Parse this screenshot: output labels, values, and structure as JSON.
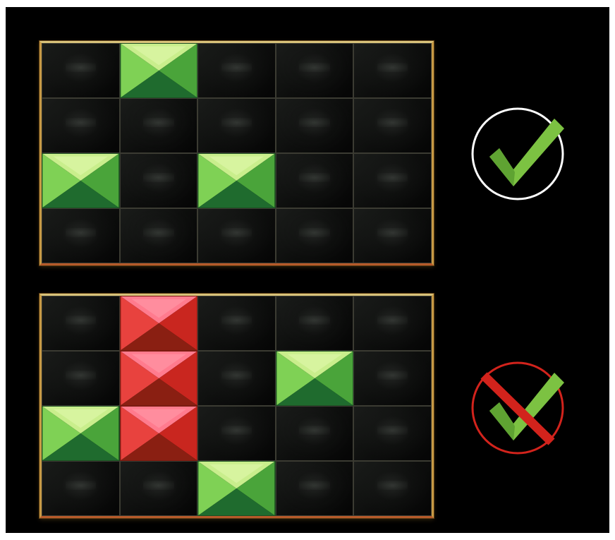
{
  "boards": [
    {
      "id": "valid",
      "cols": 5,
      "rows": 4,
      "blocks": [
        {
          "col": 1,
          "row": 0,
          "color": "green"
        },
        {
          "col": 0,
          "row": 2,
          "color": "green"
        },
        {
          "col": 2,
          "row": 2,
          "color": "green"
        }
      ],
      "status": "correct"
    },
    {
      "id": "invalid",
      "cols": 5,
      "rows": 4,
      "blocks": [
        {
          "col": 1,
          "row": 0,
          "color": "red"
        },
        {
          "col": 1,
          "row": 1,
          "color": "red"
        },
        {
          "col": 1,
          "row": 2,
          "color": "red"
        },
        {
          "col": 0,
          "row": 2,
          "color": "green"
        },
        {
          "col": 3,
          "row": 1,
          "color": "green"
        },
        {
          "col": 2,
          "row": 3,
          "color": "green"
        }
      ],
      "status": "incorrect"
    }
  ],
  "icons": {
    "correct": "check-circle-icon",
    "incorrect": "crossed-check-icon"
  },
  "colors": {
    "frame": "#c79a45",
    "green_light": "#c9ee8c",
    "green_mid": "#6fc24a",
    "green_dark": "#1f6b2e",
    "red_light": "#ff7b8e",
    "red_mid": "#e0322f",
    "red_dark": "#8a1f12",
    "check_green": "#7cc242",
    "ok_ring": "#ffffff",
    "bad_ring": "#d2231c"
  }
}
